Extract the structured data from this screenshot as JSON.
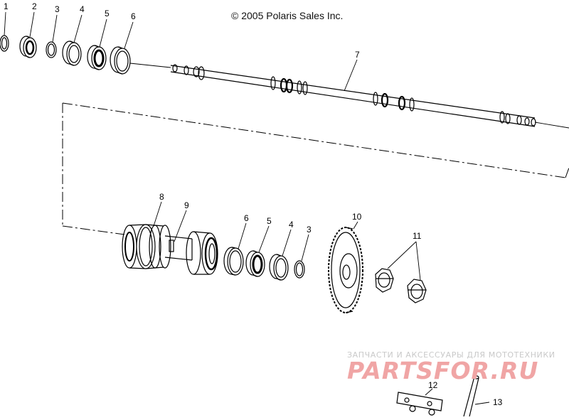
{
  "copyright": "© 2005 Polaris Sales Inc.",
  "callouts": [
    "1",
    "2",
    "3",
    "4",
    "5",
    "6",
    "7",
    "8",
    "9",
    "6",
    "5",
    "4",
    "3",
    "10",
    "11",
    "12",
    "13"
  ],
  "watermark": {
    "tagline": "ЗАПЧАСТИ И АКСЕССУАРЫ ДЛЯ МОТОТЕХНИКИ",
    "logo": "PARTSFOR.RU"
  }
}
